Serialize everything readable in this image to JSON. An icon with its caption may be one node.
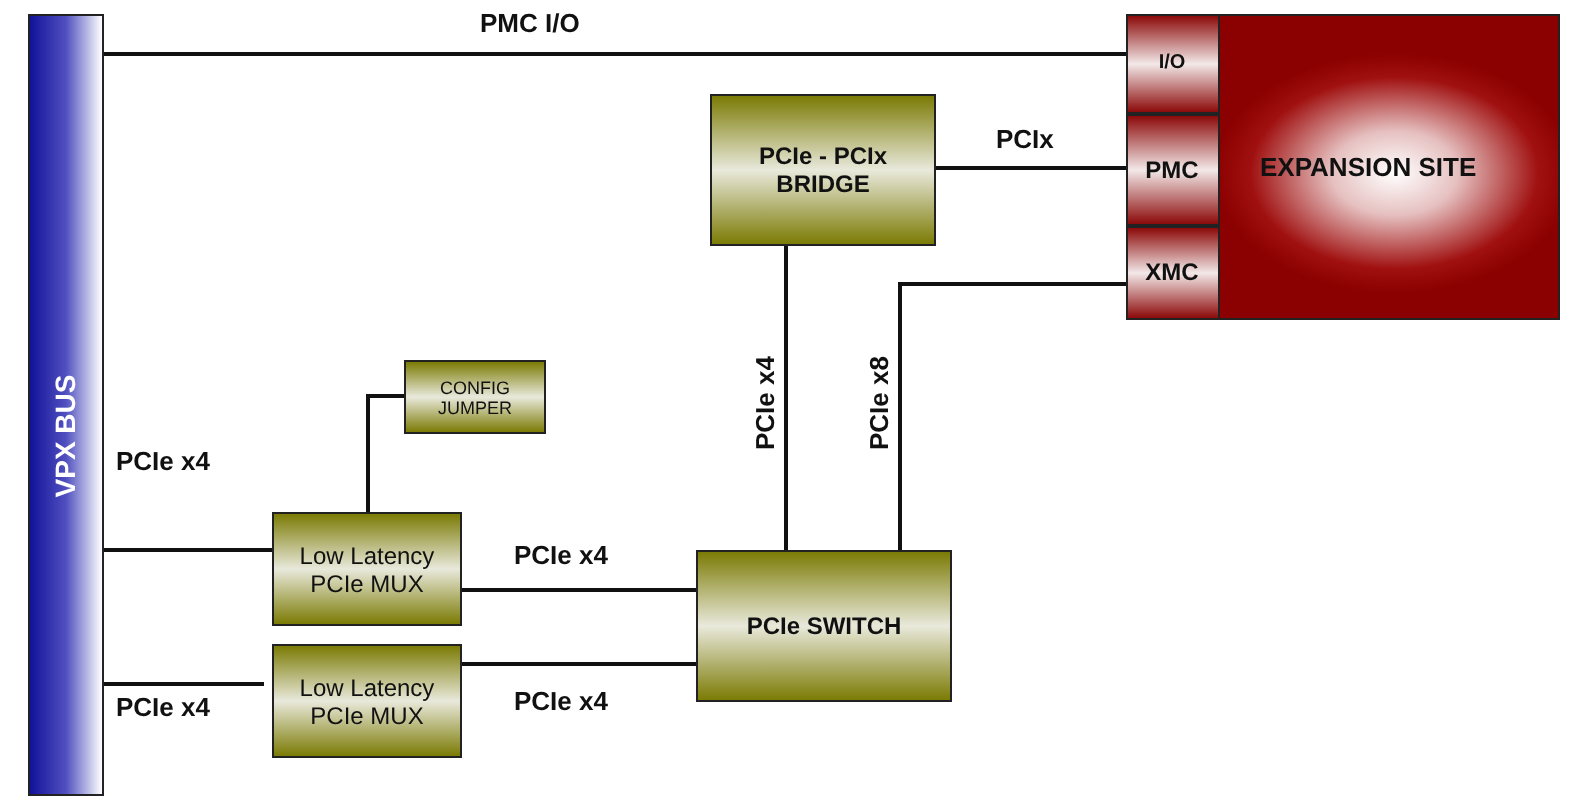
{
  "diagram": {
    "nodes": [
      {
        "text": [
          "VPX BUS"
        ]
      },
      {
        "text": [
          "EXPANSION SITE"
        ]
      },
      {
        "text": [
          "I/O"
        ],
        "in": 1
      },
      {
        "text": [
          "PMC"
        ],
        "in": 1
      },
      {
        "text": [
          "XMC"
        ],
        "in": 1
      },
      {
        "text": [
          "PCIe - PCIx BRIDGE"
        ]
      },
      {
        "text": [
          "CONFIG JUMPER"
        ]
      },
      {
        "text": [
          "Low Latency PCIe MUX"
        ]
      },
      {
        "text": [
          "Low Latency PCIe MUX"
        ]
      },
      {
        "text": [
          "PCIe SWITCH"
        ]
      }
    ],
    "edges": [
      {
        "from": 0,
        "to": 2,
        "arrow": "none",
        "label": "PMC I/O"
      },
      {
        "from": 5,
        "to": 3,
        "arrow": "none",
        "label": "PCIx"
      },
      {
        "from": 9,
        "to": 5,
        "arrow": "none",
        "label": "PCIe x4"
      },
      {
        "from": 9,
        "to": 4,
        "arrow": "none",
        "label": "PCIe x8"
      },
      {
        "from": 0,
        "to": 7,
        "arrow": "none",
        "label": "PCIe x4"
      },
      {
        "from": 7,
        "to": 9,
        "arrow": "none",
        "label": "PCIe x4"
      },
      {
        "from": 0,
        "to": 8,
        "arrow": "none",
        "label": "PCIe x4"
      },
      {
        "from": 8,
        "to": 9,
        "arrow": "none",
        "label": "PCIe x4"
      },
      {
        "from": 7,
        "to": 6,
        "arrow": "none"
      }
    ]
  }
}
